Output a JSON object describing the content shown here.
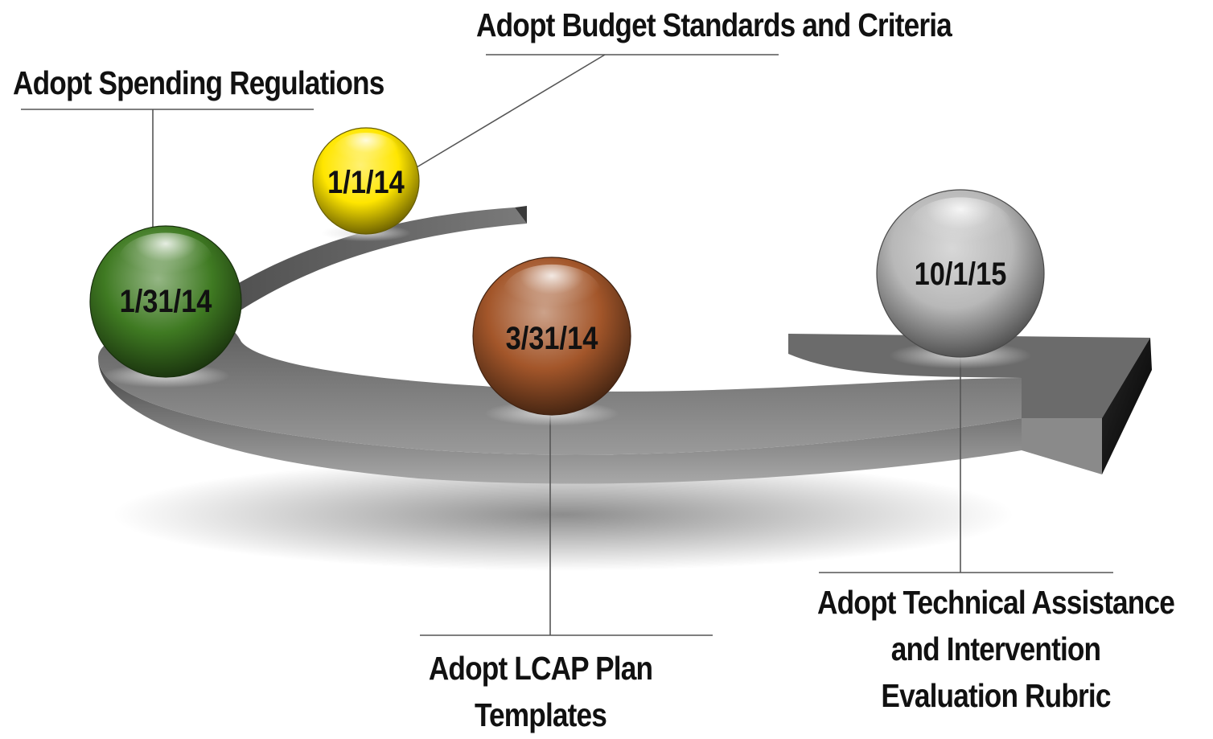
{
  "milestones": [
    {
      "date": "1/31/14",
      "label_lines": [
        "Adopt Spending Regulations"
      ],
      "color": "#3f7a22"
    },
    {
      "date": "1/1/14",
      "label_lines": [
        "Adopt Budget Standards and Criteria"
      ],
      "color": "#ffe600"
    },
    {
      "date": "3/31/14",
      "label_lines": [
        "Adopt LCAP Plan",
        "Templates"
      ],
      "color": "#a3562a"
    },
    {
      "date": "10/1/15",
      "label_lines": [
        "Adopt Technical Assistance",
        "and Intervention",
        "Evaluation Rubric"
      ],
      "color": "#b8b8b8"
    }
  ],
  "arrow_color": "#6b6b6b"
}
